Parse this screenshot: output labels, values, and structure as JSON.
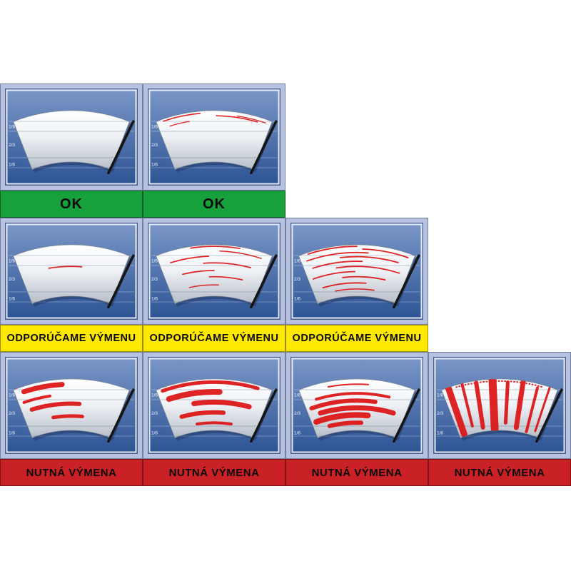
{
  "scale_labels": [
    "1/6",
    "2/3",
    "1/6"
  ],
  "statuses": {
    "ok": {
      "label": "OK",
      "bg": "#16a13d",
      "fg": "#0a0a0a"
    },
    "recommend": {
      "label": "ODPORÚČAME VÝMENU",
      "bg": "#ffe900",
      "fg": "#0a0a0a"
    },
    "replace": {
      "label": "NUTNÁ VÝMENA",
      "bg": "#ca2127",
      "fg": "#0a0a0a"
    }
  },
  "colors": {
    "page_bg": "#ffffff",
    "cell_frame": "#b6c2e0",
    "cell_border": "#71809f",
    "panel_top": "#7b97c7",
    "panel_bottom": "#2c5394",
    "grid_line": "#e2eaf7",
    "grid_label": "#eef3fc",
    "fan_light": "#ffffff",
    "fan_mid": "#eef1f5",
    "fan_dark": "#b7bec8",
    "fan_edge": "#79828f",
    "blade": "#151515",
    "streak": "#dc1414",
    "shadow": "rgba(15,25,55,0.28)"
  },
  "rows": [
    {
      "status": "ok",
      "cells": [
        {
          "arcs": [],
          "radials": [],
          "top_marking": false
        },
        {
          "arcs": [
            {
              "t": 0.04,
              "a1": 0.06,
              "a2": 0.38,
              "w": 1.6
            },
            {
              "t": 0.1,
              "a1": 0.52,
              "a2": 0.88,
              "w": 1.6
            },
            {
              "t": 0.07,
              "a1": 0.7,
              "a2": 0.95,
              "w": 1.3
            },
            {
              "t": 0.17,
              "a1": 0.1,
              "a2": 0.28,
              "w": 1.3
            }
          ],
          "radials": [],
          "top_marking": false
        }
      ]
    },
    {
      "status": "recommend",
      "cells": [
        {
          "arcs": [
            {
              "t": 0.42,
              "a1": 0.28,
              "a2": 0.6,
              "w": 1.8
            }
          ],
          "radials": [],
          "top_marking": false
        },
        {
          "arcs": [
            {
              "t": 0.03,
              "a1": 0.3,
              "a2": 0.72,
              "w": 1.7
            },
            {
              "t": 0.12,
              "a1": 0.55,
              "a2": 0.92,
              "w": 1.5
            },
            {
              "t": 0.22,
              "a1": 0.1,
              "a2": 0.45,
              "w": 1.7
            },
            {
              "t": 0.35,
              "a1": 0.4,
              "a2": 0.85,
              "w": 1.7
            },
            {
              "t": 0.5,
              "a1": 0.18,
              "a2": 0.5,
              "w": 1.7
            },
            {
              "t": 0.62,
              "a1": 0.45,
              "a2": 0.8,
              "w": 1.7
            },
            {
              "t": 0.78,
              "a1": 0.22,
              "a2": 0.55,
              "w": 1.5
            }
          ],
          "radials": [],
          "top_marking": false
        },
        {
          "arcs": [
            {
              "t": 0.03,
              "a1": 0.08,
              "a2": 0.5,
              "w": 1.8
            },
            {
              "t": 0.08,
              "a1": 0.55,
              "a2": 0.95,
              "w": 1.8
            },
            {
              "t": 0.15,
              "a1": 0.05,
              "a2": 0.6,
              "w": 1.8
            },
            {
              "t": 0.23,
              "a1": 0.35,
              "a2": 0.88,
              "w": 1.8
            },
            {
              "t": 0.32,
              "a1": 0.08,
              "a2": 0.55,
              "w": 1.8
            },
            {
              "t": 0.42,
              "a1": 0.3,
              "a2": 0.92,
              "w": 1.8
            },
            {
              "t": 0.52,
              "a1": 0.05,
              "a2": 0.48,
              "w": 1.8
            },
            {
              "t": 0.62,
              "a1": 0.35,
              "a2": 0.8,
              "w": 1.8
            },
            {
              "t": 0.74,
              "a1": 0.12,
              "a2": 0.6,
              "w": 1.8
            },
            {
              "t": 0.86,
              "a1": 0.25,
              "a2": 0.7,
              "w": 1.6
            }
          ],
          "radials": [],
          "top_marking": false
        }
      ]
    },
    {
      "status": "replace",
      "cells": [
        {
          "arcs": [
            {
              "t": 0.1,
              "a1": 0.08,
              "a2": 0.42,
              "w": 7
            },
            {
              "t": 0.3,
              "a1": 0.05,
              "a2": 0.3,
              "w": 4
            },
            {
              "t": 0.48,
              "a1": 0.1,
              "a2": 0.58,
              "w": 6
            },
            {
              "t": 0.72,
              "a1": 0.3,
              "a2": 0.62,
              "w": 5
            }
          ],
          "radials": [],
          "top_marking": false
        },
        {
          "arcs": [
            {
              "t": 0.06,
              "a1": 0.05,
              "a2": 0.88,
              "w": 5
            },
            {
              "t": 0.25,
              "a1": 0.08,
              "a2": 0.55,
              "w": 8
            },
            {
              "t": 0.45,
              "a1": 0.3,
              "a2": 0.85,
              "w": 7
            },
            {
              "t": 0.65,
              "a1": 0.15,
              "a2": 0.6,
              "w": 6
            },
            {
              "t": 0.85,
              "a1": 0.3,
              "a2": 0.7,
              "w": 4
            }
          ],
          "radials": [],
          "top_marking": false
        },
        {
          "arcs": [
            {
              "t": 0.1,
              "a1": 0.25,
              "a2": 0.6,
              "w": 2
            },
            {
              "t": 0.28,
              "a1": 0.12,
              "a2": 0.8,
              "w": 4
            },
            {
              "t": 0.42,
              "a1": 0.05,
              "a2": 0.68,
              "w": 6
            },
            {
              "t": 0.56,
              "a1": 0.12,
              "a2": 0.88,
              "w": 7
            },
            {
              "t": 0.7,
              "a1": 0.05,
              "a2": 0.62,
              "w": 8
            },
            {
              "t": 0.85,
              "a1": 0.18,
              "a2": 0.55,
              "w": 6
            }
          ],
          "radials": [],
          "top_marking": false
        },
        {
          "arcs": [],
          "radials": [
            {
              "a": 0.06,
              "t1": 0.02,
              "t2": 0.96,
              "w": 9
            },
            {
              "a": 0.18,
              "t1": 0.0,
              "t2": 0.85,
              "w": 4
            },
            {
              "a": 0.3,
              "t1": 0.04,
              "t2": 0.92,
              "w": 6
            },
            {
              "a": 0.44,
              "t1": 0.0,
              "t2": 0.96,
              "w": 11
            },
            {
              "a": 0.57,
              "t1": 0.06,
              "t2": 0.85,
              "w": 5
            },
            {
              "a": 0.7,
              "t1": 0.0,
              "t2": 0.92,
              "w": 7
            },
            {
              "a": 0.83,
              "t1": 0.08,
              "t2": 0.96,
              "w": 4
            },
            {
              "a": 0.93,
              "t1": 0.02,
              "t2": 0.9,
              "w": 3
            }
          ],
          "top_marking": true
        }
      ]
    }
  ]
}
